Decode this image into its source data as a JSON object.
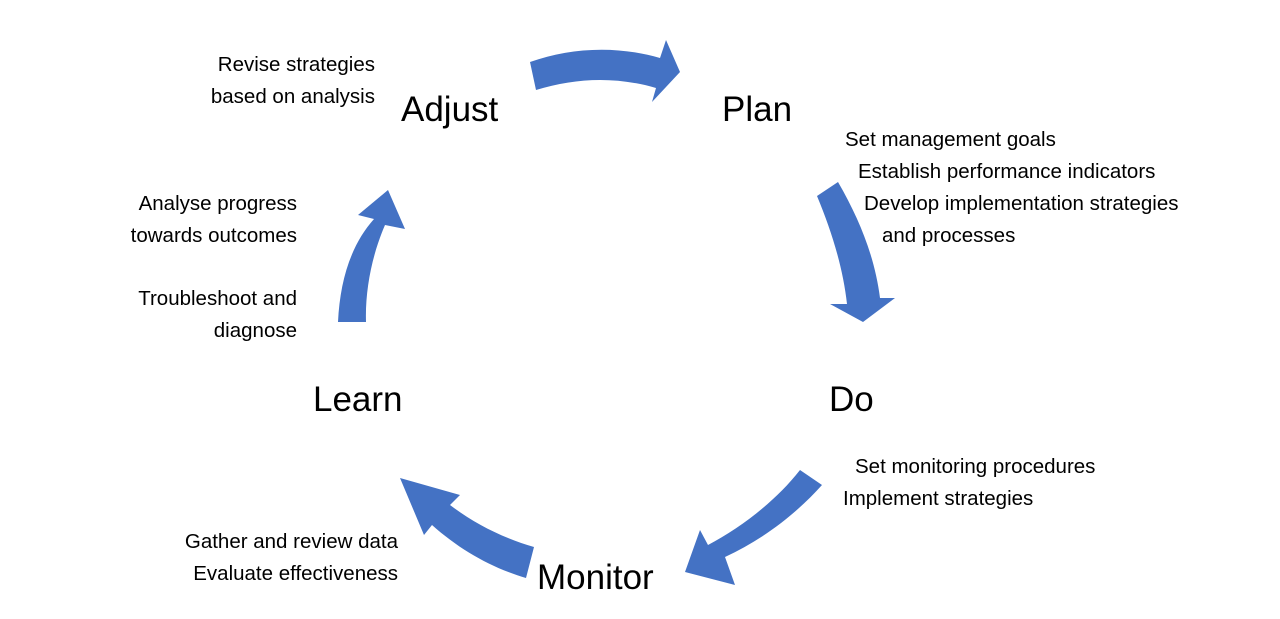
{
  "colors": {
    "arrow": "#4472c4",
    "text": "#000000",
    "background": "#ffffff"
  },
  "stages": {
    "adjust": "Adjust",
    "plan": "Plan",
    "do": "Do",
    "monitor": "Monitor",
    "learn": "Learn"
  },
  "notes": {
    "adjust": [
      "Revise strategies",
      "based on analysis"
    ],
    "plan": [
      "Set management goals",
      "Establish performance indicators",
      "Develop implementation strategies",
      "and processes"
    ],
    "do": [
      "Set monitoring procedures",
      "Implement strategies"
    ],
    "monitor": [
      "Gather and review data",
      "Evaluate effectiveness"
    ],
    "learn_analyse": [
      "Analyse progress",
      "towards outcomes"
    ],
    "learn_troubleshoot": [
      "Troubleshoot and",
      "diagnose"
    ]
  }
}
